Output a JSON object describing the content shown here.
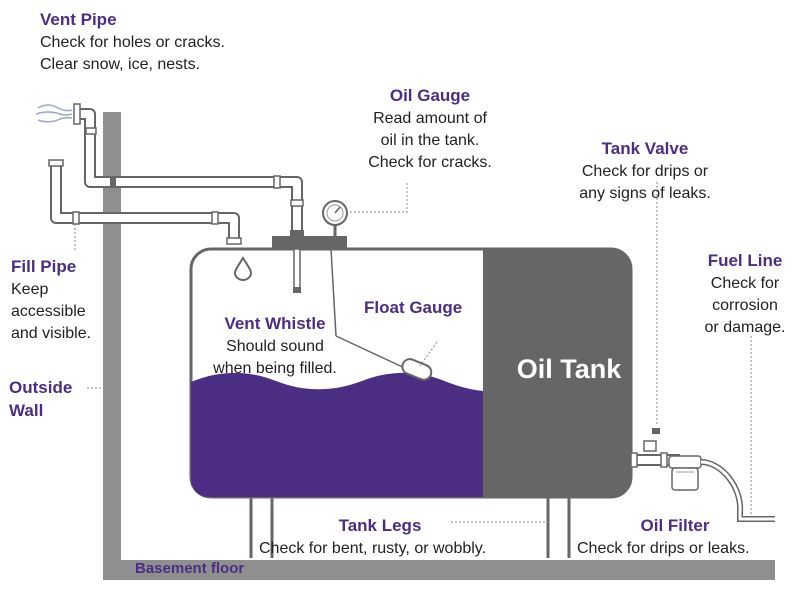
{
  "colors": {
    "accent": "#4b2e83",
    "oil": "#4b2e83",
    "tank_gray": "#666666",
    "wall_gray": "#8f8f8f",
    "pipe": "#ffffff"
  },
  "labels": {
    "vent_pipe": {
      "title": "Vent Pipe",
      "lines": [
        "Check for holes or cracks.",
        "Clear snow, ice, nests."
      ]
    },
    "oil_gauge": {
      "title": "Oil Gauge",
      "lines": [
        "Read amount of",
        "oil in the tank.",
        "Check for cracks."
      ]
    },
    "tank_valve": {
      "title": "Tank Valve",
      "lines": [
        "Check for drips or",
        "any signs of leaks."
      ]
    },
    "fuel_line": {
      "title": "Fuel Line",
      "lines": [
        "Check for",
        "corrosion",
        "or damage."
      ]
    },
    "fill_pipe": {
      "title": "Fill Pipe",
      "lines": [
        "Keep",
        "accessible",
        "and visible."
      ]
    },
    "outside_wall": {
      "title_lines": [
        "Outside",
        "Wall"
      ]
    },
    "vent_whistle": {
      "title": "Vent Whistle",
      "lines": [
        "Should sound",
        "when being filled."
      ]
    },
    "float_gauge": {
      "title": "Float Gauge"
    },
    "oil_tank": {
      "title": "Oil Tank"
    },
    "tank_legs": {
      "title": "Tank Legs",
      "lines": [
        "Check for bent, rusty, or wobbly."
      ]
    },
    "oil_filter": {
      "title": "Oil Filter",
      "lines": [
        "Check for drips or leaks."
      ]
    },
    "basement_floor": {
      "title": "Basement floor"
    }
  }
}
